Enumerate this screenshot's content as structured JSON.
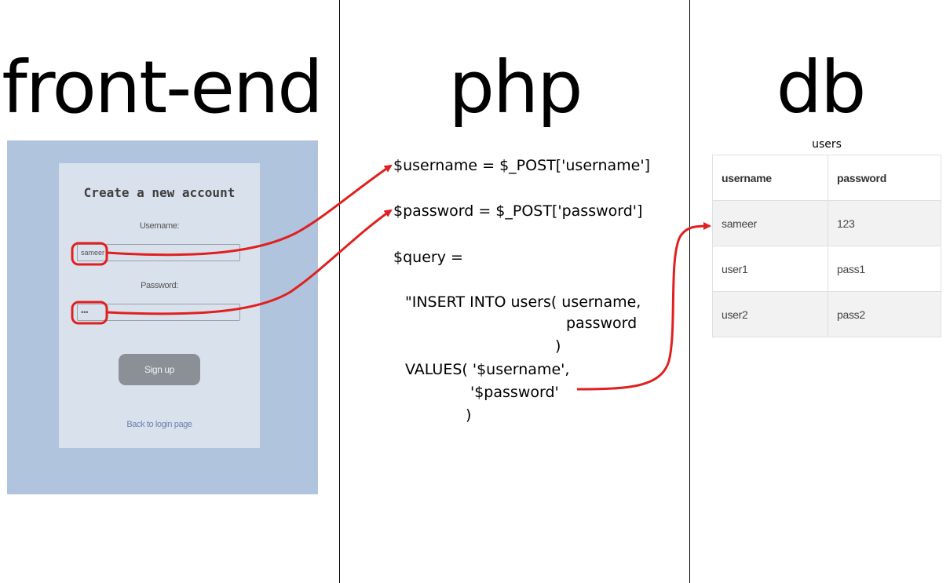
{
  "columns": {
    "frontend_title": "front-end",
    "php_title": "php",
    "db_title": "db"
  },
  "form": {
    "heading": "Create a new account",
    "username_label": "Username:",
    "username_value": "sameer",
    "password_label": "Password:",
    "password_value": "•••",
    "submit_label": "Sign up",
    "back_link": "Back to login page"
  },
  "php": {
    "lines": [
      "$username = $_POST['username']",
      "$password = $_POST['password']",
      "$query =",
      "\"INSERT INTO users( username,",
      "password",
      ")",
      "VALUES( '$username',",
      "'$password'",
      ")"
    ]
  },
  "db": {
    "table_name": "users",
    "headers": [
      "username",
      "password"
    ],
    "rows": [
      [
        "sameer",
        "123"
      ],
      [
        "user1",
        "pass1"
      ],
      [
        "user2",
        "pass2"
      ]
    ]
  },
  "colors": {
    "arrow": "#e02020",
    "frontend_bg": "#b0c4de",
    "card_bg": "#d9e1ec"
  }
}
